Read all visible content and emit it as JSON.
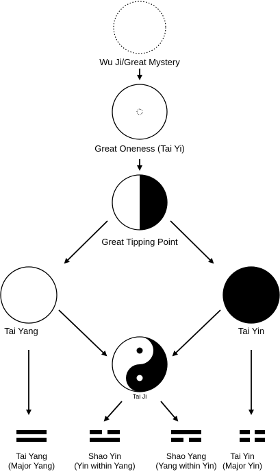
{
  "nodes": {
    "wu_ji": "Wu Ji/Great Mystery",
    "great_oneness": "Great Oneness (Tai Yi)",
    "great_tipping_point": "Great Tipping Point",
    "tai_yang": "Tai Yang",
    "tai_yin": "Tai Yin",
    "tai_ji": "Tai Ji"
  },
  "trigrams": [
    {
      "name": "Tai Yang",
      "sub": "(Major Yang)",
      "lines": [
        "solid",
        "solid"
      ]
    },
    {
      "name": "Shao Yin",
      "sub": "(Yin within Yang)",
      "lines": [
        "broken",
        "solid"
      ]
    },
    {
      "name": "Shao Yang",
      "sub": "(Yang within Yin)",
      "lines": [
        "solid",
        "broken"
      ]
    },
    {
      "name": "Tai Yin",
      "sub": "(Major Yin)",
      "lines": [
        "broken",
        "broken"
      ]
    }
  ],
  "colors": {
    "ink": "#000000",
    "paper": "#ffffff"
  }
}
